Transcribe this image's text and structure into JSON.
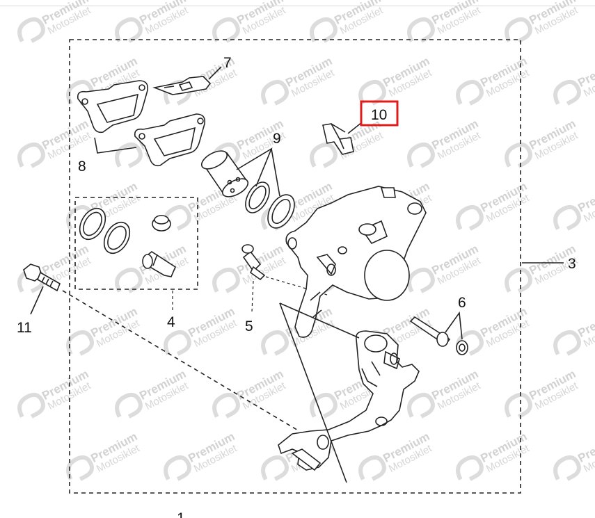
{
  "diagram": {
    "watermark": {
      "brand": "Premium",
      "sub": "Motosiklet"
    },
    "callouts": {
      "c1": "1",
      "c3": "3",
      "c4": "4",
      "c5": "5",
      "c6": "6",
      "c7": "7",
      "c8": "8",
      "c9": "9",
      "c10": "10",
      "c11": "11"
    },
    "highlight": {
      "target": "10",
      "color": "#e01b1b"
    }
  }
}
